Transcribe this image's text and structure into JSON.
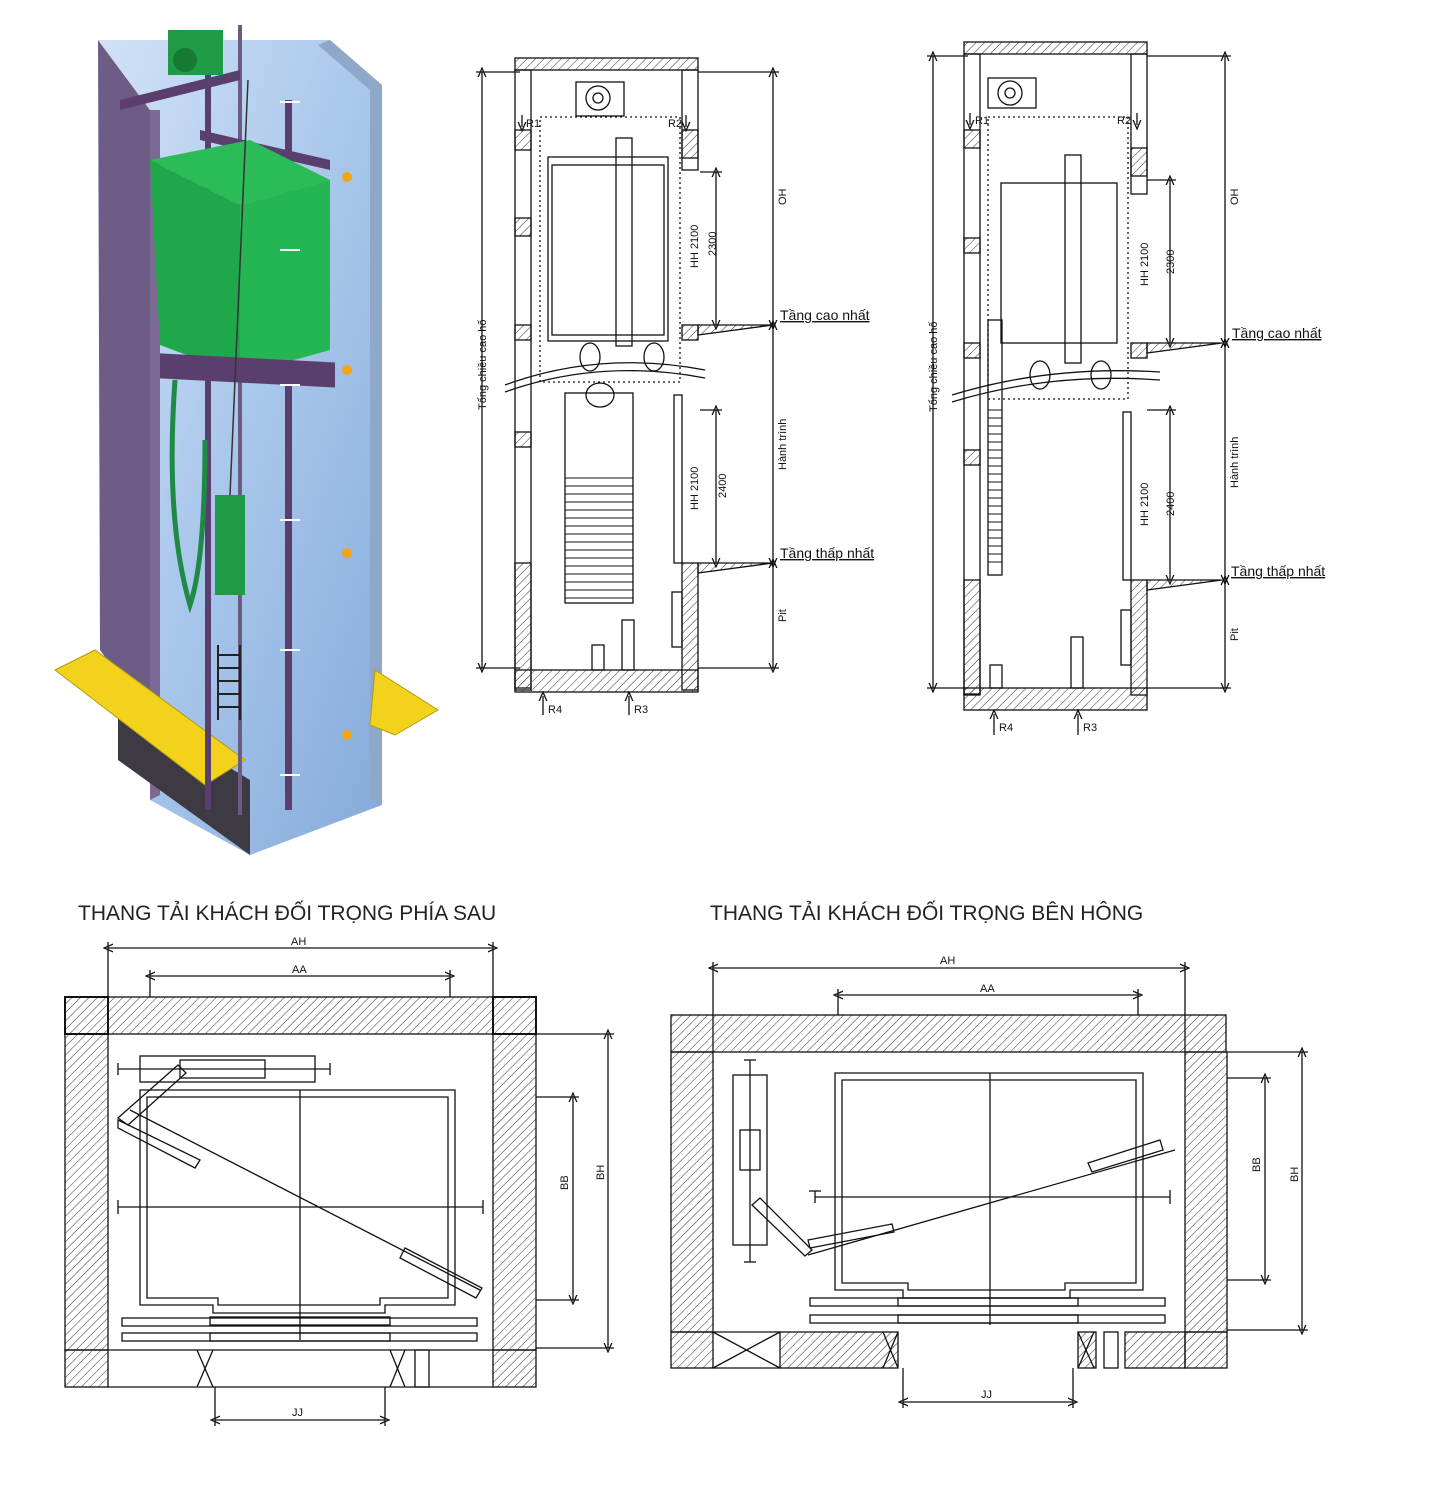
{
  "section_titles": {
    "rear_counterweight": "THANG TẢI KHÁCH ĐỐI TRỌNG PHÍA SAU",
    "side_counterweight": "THANG TẢI KHÁCH ĐỐI TRỌNG BÊN HÔNG"
  },
  "elevation_labels": {
    "r1": "R1",
    "r2": "R2",
    "r3": "R3",
    "r4": "R4",
    "oh": "OH",
    "travel": "Hành trình",
    "pit": "Pit",
    "total_height": "Tổng chiều cao hố",
    "hh_upper": "HH 2100",
    "hh_lower": "HH 2100",
    "dim_upper": "2300",
    "dim_lower": "2400",
    "top_floor": "Tầng cao nhất",
    "bottom_floor": "Tầng thấp nhất"
  },
  "plan_labels": {
    "ah": "AH",
    "aa": "AA",
    "bb": "BB",
    "bh": "BH",
    "jj": "JJ"
  },
  "colors": {
    "shaft_glass": "#a9c8ec",
    "car_green": "#1fa84a",
    "pit_beam_yellow": "#f2d21a",
    "frame_purple": "#5a3f6e",
    "line": "#111111"
  }
}
